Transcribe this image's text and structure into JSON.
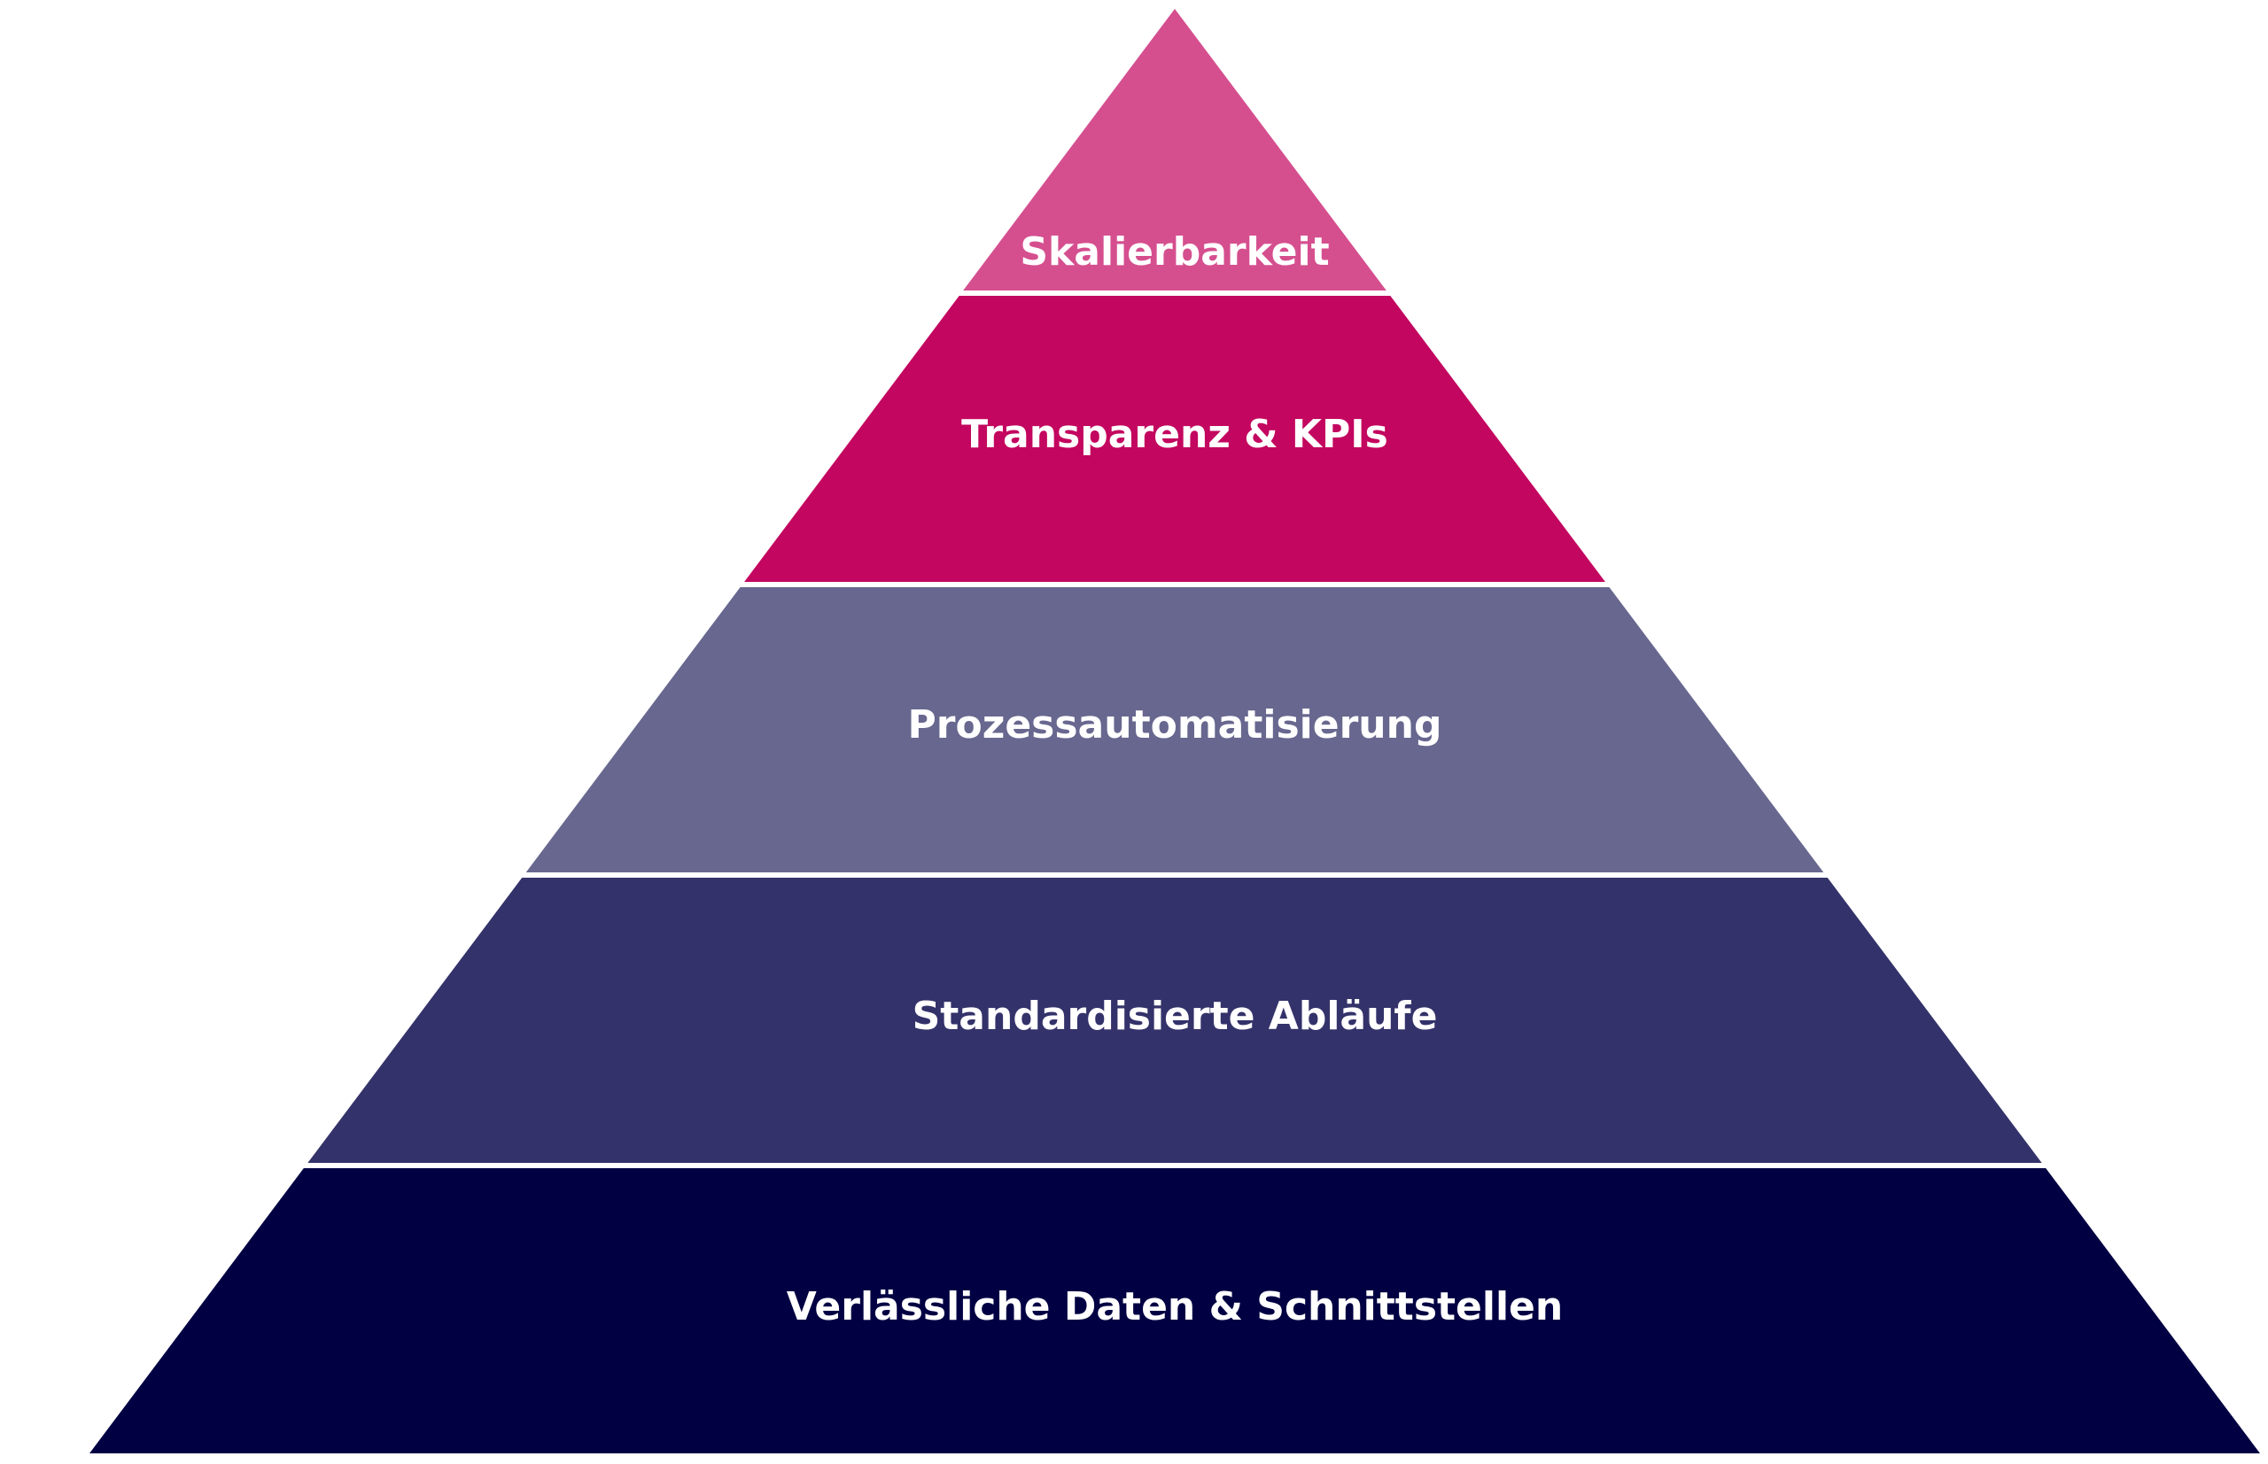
{
  "pyramid": {
    "levels": [
      {
        "label": "Skalierbarkeit",
        "color": "#D54F8F"
      },
      {
        "label": "Transparenz & KPIs",
        "color": "#C3065F"
      },
      {
        "label": "Prozessautomatisierung",
        "color": "#67678F"
      },
      {
        "label": "Standardisierte Abläufe",
        "color": "#34326A"
      },
      {
        "label": "Verlässliche Daten & Schnittstellen",
        "color": "#000043"
      }
    ]
  }
}
